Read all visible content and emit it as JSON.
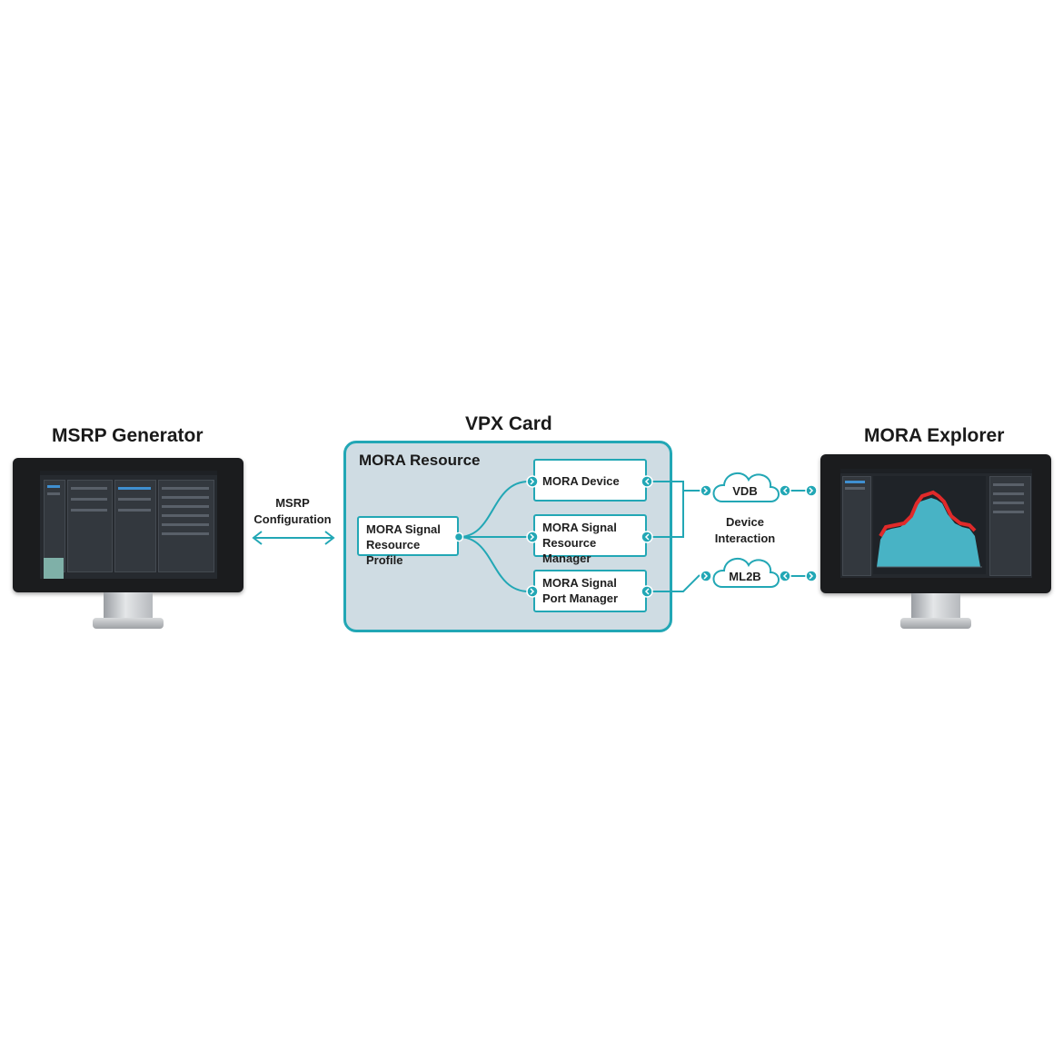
{
  "left_monitor": {
    "title": "MSRP Generator"
  },
  "link_label": {
    "line1": "MSRP",
    "line2": "Configuration"
  },
  "card": {
    "title": "VPX Card",
    "resource_title": "MORA Resource",
    "profile": {
      "line1": "MORA Signal",
      "line2": "Resource Profile"
    },
    "device": {
      "line1": "MORA Device"
    },
    "resource_manager": {
      "line1": "MORA Signal",
      "line2": "Resource Manager"
    },
    "port_manager": {
      "line1": "MORA Signal",
      "line2": "Port Manager"
    }
  },
  "clouds": {
    "vdb": "VDB",
    "ml2b": "ML2B"
  },
  "interaction_label": {
    "line1": "Device",
    "line2": "Interaction"
  },
  "right_monitor": {
    "title": "MORA Explorer"
  },
  "colors": {
    "accent": "#22a7b5",
    "card_fill": "#cfdce3",
    "spectrum_peak": "#e02a2a",
    "spectrum_body": "#4cc3d6"
  }
}
